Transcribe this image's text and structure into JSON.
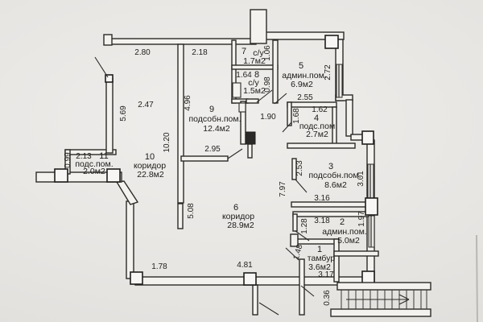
{
  "plan": {
    "type": "floor-plan",
    "language": "ru",
    "paper_color": "#e7e5e2",
    "line_color": "#2b2a27"
  },
  "rooms": [
    {
      "number": "1",
      "name": "тамбур",
      "area": "3.6м2"
    },
    {
      "number": "2",
      "name": "админ.пом.",
      "area": "5.0м2"
    },
    {
      "number": "3",
      "name": "подсобн.пом.",
      "area": "8.6м2"
    },
    {
      "number": "4",
      "name": "подс.пом",
      "area": "2.7м2"
    },
    {
      "number": "5",
      "name": "админ.пом.",
      "area": "6.9м2"
    },
    {
      "number": "6",
      "name": "коридор",
      "area": "28.9м2"
    },
    {
      "number": "7",
      "name": "с/у",
      "area": "1.7м2"
    },
    {
      "number": "8",
      "name": "с/у",
      "area": "1.5м2"
    },
    {
      "number": "9",
      "name": "подсобн.пом.",
      "area": "12.4м2"
    },
    {
      "number": "10",
      "name": "коридор",
      "area": "22.8м2"
    },
    {
      "number": "11",
      "name": "подс.пом.",
      "area": "2.0м2"
    }
  ],
  "dims": {
    "w280": "2.80",
    "w218": "2.18",
    "w247": "2.47",
    "v569": "5.69",
    "v496": "4.96",
    "v1020": "10.20",
    "w295": "2.95",
    "w190": "1.90",
    "v106": "1.06",
    "w164": "1.64",
    "v098": "0.98",
    "v272": "2.72",
    "w255": "2.55",
    "w162": "1.62",
    "v168": "1.68",
    "w213": "2.13",
    "v099": "0.99",
    "v508": "5.08",
    "v253": "2.53",
    "v797": "7.97",
    "v301": "3.01",
    "w316": "3.16",
    "w318": "3.18",
    "v128": "1.28",
    "v197": "1.97",
    "w481": "4.81",
    "w178": "1.78",
    "v148": "1.48",
    "w317": "3.17",
    "v036": "0.36"
  }
}
